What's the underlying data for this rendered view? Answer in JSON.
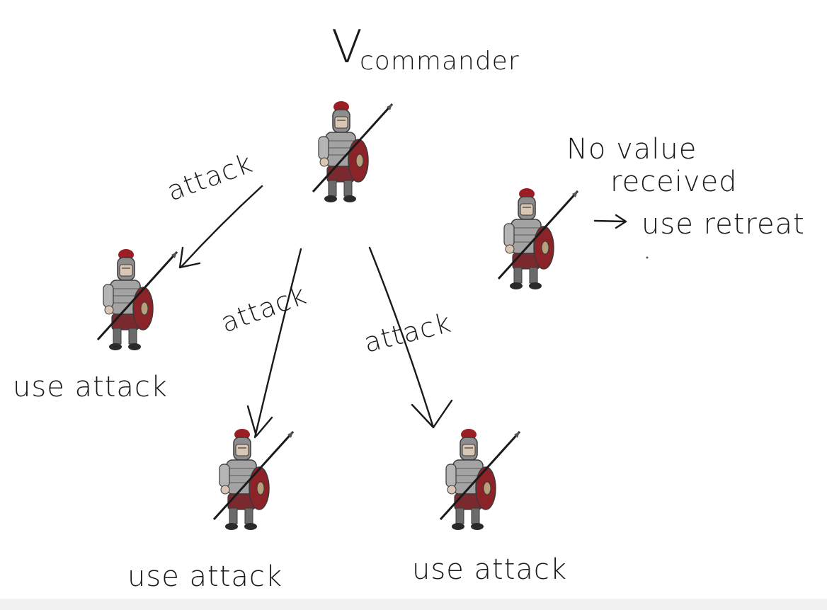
{
  "diagram": {
    "commander_mark": "V",
    "commander_label": "commander",
    "edge_labels": {
      "left": "attack",
      "middle": "attack",
      "right": "attack"
    },
    "node_labels": {
      "left": "use attack",
      "bottom_left": "use attack",
      "bottom_right": "use attack"
    },
    "note": {
      "line1": "No value",
      "line2": "received",
      "line3": "use retreat"
    },
    "icon": "roman-soldier-icon",
    "colors": {
      "ink": "#1a1a1a",
      "shield": "#8b2328",
      "plume": "#9b1e24",
      "armor": "#8d8d8d",
      "tunic": "#7a2a2e"
    }
  }
}
